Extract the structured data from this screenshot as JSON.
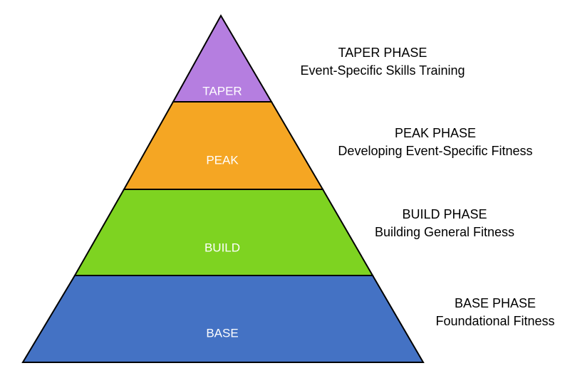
{
  "tiers": [
    {
      "label": "TAPER",
      "color": "#b57ee0"
    },
    {
      "label": "PEAK",
      "color": "#f5a623"
    },
    {
      "label": "BUILD",
      "color": "#7ed321"
    },
    {
      "label": "BASE",
      "color": "#4472c4"
    }
  ],
  "phases": [
    {
      "title": "TAPER PHASE",
      "subtitle": "Event-Specific Skills Training"
    },
    {
      "title": "PEAK PHASE",
      "subtitle": "Developing Event-Specific Fitness"
    },
    {
      "title": "BUILD PHASE",
      "subtitle": "Building General Fitness"
    },
    {
      "title": "BASE PHASE",
      "subtitle": "Foundational Fitness"
    }
  ],
  "outline_color": "#000000"
}
